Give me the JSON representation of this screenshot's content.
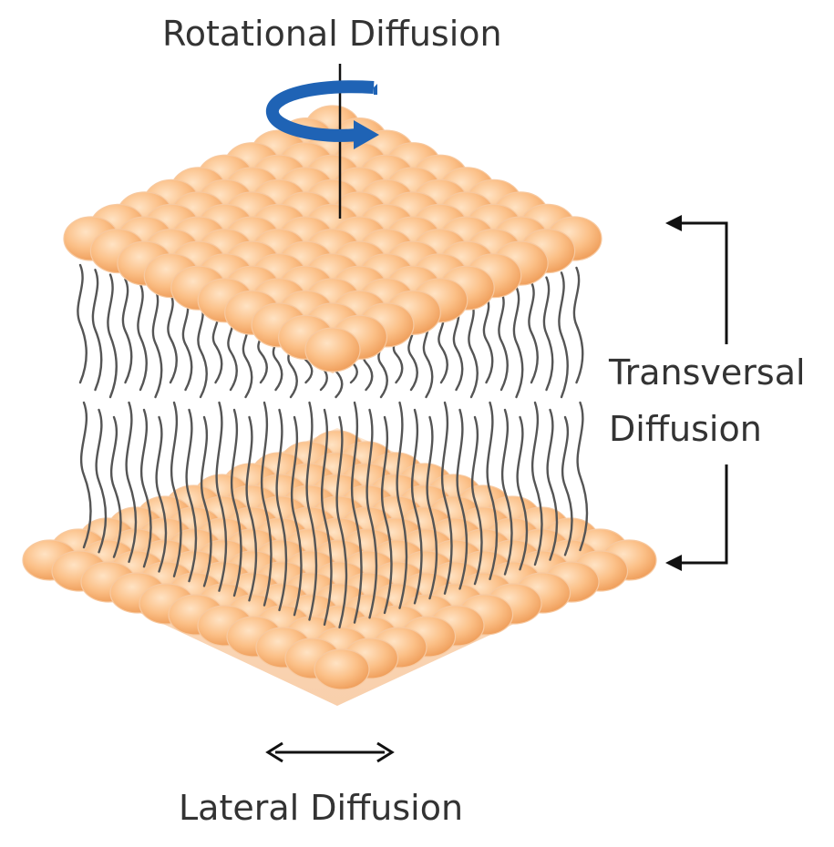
{
  "labels": {
    "rotational": "Rotational Diffusion",
    "transversal_line1": "Transversal",
    "transversal_line2": "Diffusion",
    "lateral": "Lateral Diffusion"
  },
  "colors": {
    "head_light": "#ffe3c4",
    "head_mid": "#fbbf86",
    "head_dark": "#ee9b57",
    "tail": "#555555",
    "rotation_arrow": "#1f63b5",
    "arrow": "#111111",
    "text": "#333333"
  },
  "icons": {
    "rotation": "curved-rotation-arrow-icon",
    "transversal": "bracket-arrow-icon",
    "lateral": "double-headed-arrow-icon"
  }
}
